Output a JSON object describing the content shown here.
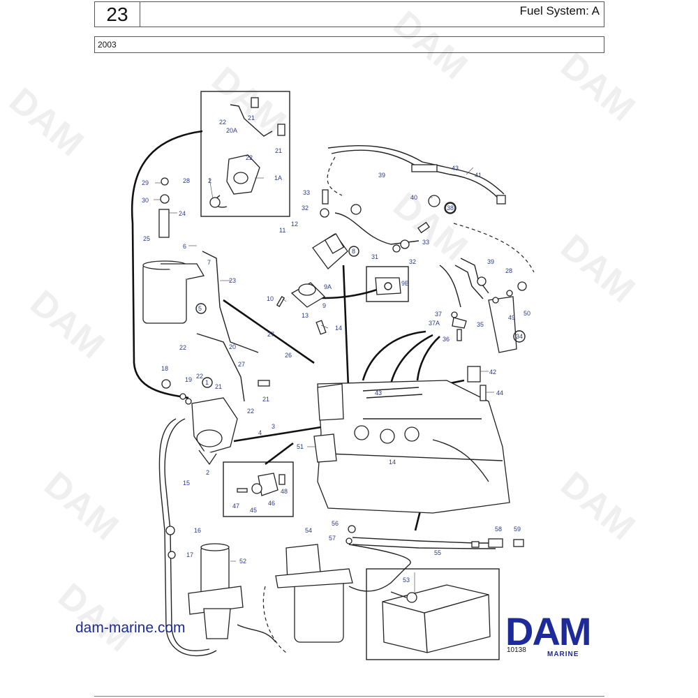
{
  "header": {
    "section_number": "23",
    "title": "Fuel System: A",
    "year": "2003"
  },
  "watermark": {
    "text": "DAM"
  },
  "footer": {
    "website": "dam-marine.com",
    "reference_code": "10138",
    "logo_text": "DAM",
    "logo_subtext": "MARINE"
  },
  "colors": {
    "brand_blue": "#1c2a9a",
    "label_blue": "#2a3a8c",
    "line": "#222222"
  },
  "callouts": {
    "c1": "1",
    "c1A": "1A",
    "c2a": "2",
    "c2b": "2",
    "c3": "3",
    "c4": "4",
    "c5": "5",
    "c6": "6",
    "c7": "7",
    "c8": "8",
    "c9": "9",
    "c9A": "9A",
    "c9B": "9B",
    "c10": "10",
    "c11": "11",
    "c12": "12",
    "c13": "13",
    "c14a": "14",
    "c14b": "14",
    "c15": "15",
    "c16": "16",
    "c17": "17",
    "c18": "18",
    "c19": "19",
    "c20": "20",
    "c20A": "20A",
    "c21a": "21",
    "c21b": "21",
    "c21c": "21",
    "c21d": "21",
    "c22a": "22",
    "c22b": "22",
    "c22c": "22",
    "c22d": "22",
    "c22e": "22",
    "c23": "23",
    "c24": "24",
    "c25": "25",
    "c26": "26",
    "c27a": "27",
    "c27b": "27",
    "c28a": "28",
    "c28b": "28",
    "c29": "29",
    "c30": "30",
    "c31": "31",
    "c32a": "32",
    "c32b": "32",
    "c33a": "33",
    "c33b": "33",
    "c34": "34",
    "c35": "35",
    "c36": "36",
    "c37": "37",
    "c37A": "37A",
    "c38": "38",
    "c39a": "39",
    "c39b": "39",
    "c40": "40",
    "c41": "41",
    "c42": "42",
    "c43a": "43",
    "c43b": "43",
    "c44": "44",
    "c45": "45",
    "c46": "46",
    "c47": "47",
    "c48": "48",
    "c49": "49",
    "c50": "50",
    "c51": "51",
    "c52": "52",
    "c53": "53",
    "c54": "54",
    "c55": "55",
    "c56": "56",
    "c57": "57",
    "c58": "58",
    "c59": "59"
  }
}
